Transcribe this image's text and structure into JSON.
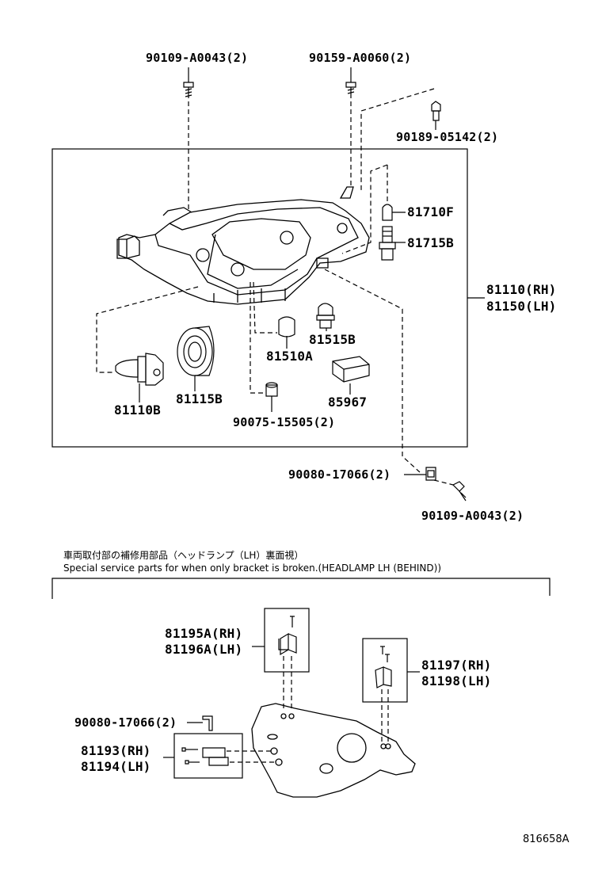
{
  "top_labels": {
    "bolt_left": "90109-A0043(2)",
    "bolt_mid": "90159-A0060(2)",
    "bolt_right": "90189-05142(2)",
    "bulb_side": "81710F",
    "socket_side": "81715B",
    "headlamp_rh": "81110(RH)",
    "headlamp_lh": "81150(LH)",
    "bulb_main": "81110B",
    "cover": "81115B",
    "bulb_small": "81510A",
    "socket_small": "81515B",
    "cap": "90075-15505(2)",
    "ecu": "85967",
    "nut": "90080-17066(2)",
    "bolt_bottom": "90109-A0043(2)"
  },
  "notes": {
    "jp": "車両取付部の補修用部品（ヘッドランプ（LH）裏面視）",
    "en": "Special service parts for when only bracket is broken.(HEADLAMP LH (BEHIND))"
  },
  "bottom_labels": {
    "kit_top_rh": "81195A(RH)",
    "kit_top_lh": "81196A(LH)",
    "kit_right_rh": "81197(RH)",
    "kit_right_lh": "81198(LH)",
    "nut": "90080-17066(2)",
    "kit_left_rh": "81193(RH)",
    "kit_left_lh": "81194(LH)"
  },
  "diagram_code": "816658A"
}
